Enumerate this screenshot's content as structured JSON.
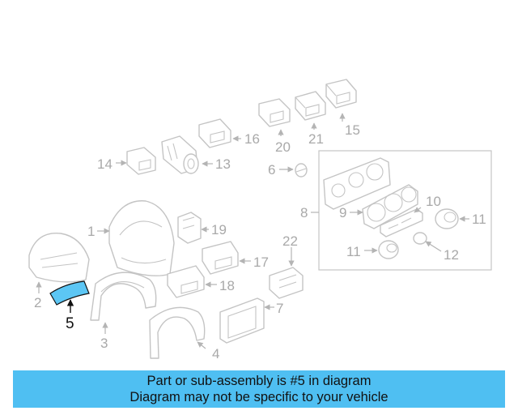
{
  "diagram": {
    "callouts": {
      "c1": "1",
      "c2": "2",
      "c3": "3",
      "c4": "4",
      "c5": "5",
      "c6": "6",
      "c7": "7",
      "c8": "8",
      "c9": "9",
      "c10": "10",
      "c11a": "11",
      "c11b": "11",
      "c12": "12",
      "c13": "13",
      "c14": "14",
      "c15": "15",
      "c16": "16",
      "c17": "17",
      "c18": "18",
      "c19": "19",
      "c20": "20",
      "c21": "21",
      "c22": "22"
    },
    "highlight_color": "#5cc6f4",
    "line_color": "#c4c4c4"
  },
  "banner": {
    "line1": "Part or sub-assembly is #5 in diagram",
    "line2": "Diagram may not be specific to your vehicle",
    "background": "#4fbff2"
  }
}
